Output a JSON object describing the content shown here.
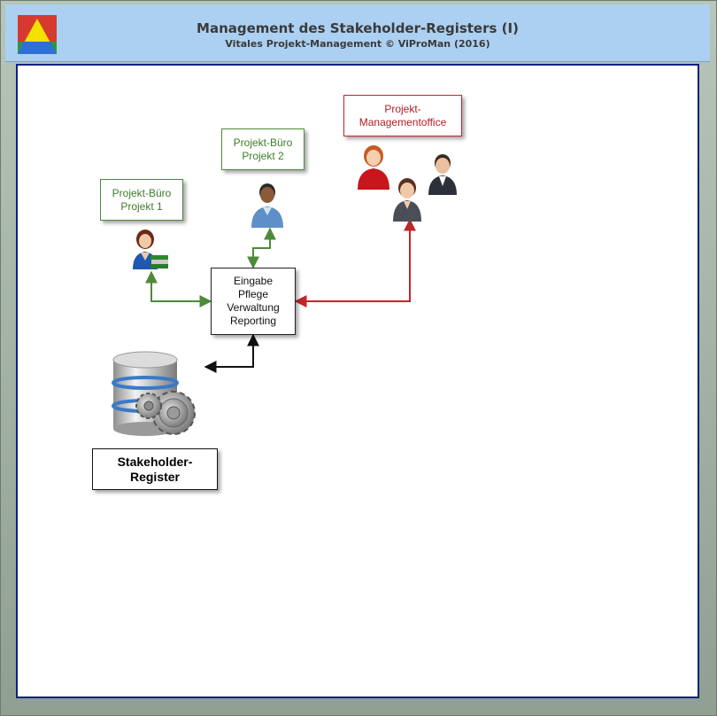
{
  "header": {
    "title": "Management des Stakeholder-Registers (I)",
    "subtitle": "Vitales Projekt-Management © ViProMan  (2016)"
  },
  "boxes": {
    "pb1": [
      "Projekt-Büro",
      "Projekt 1"
    ],
    "pb2": [
      "Projekt-Büro",
      "Projekt 2"
    ],
    "pmo": [
      "Projekt-",
      "Managementoffice"
    ],
    "center": [
      "Eingabe",
      "Pflege",
      "Verwaltung",
      "Reporting"
    ],
    "register": [
      "Stakeholder-",
      "Register"
    ]
  },
  "colors": {
    "green": "#4e8a3a",
    "red": "#c0262a",
    "black": "#111111",
    "canvas_border": "#0b1f8a",
    "header_bg": "#acd0f2"
  },
  "icons": {
    "logo": "tricolor-triangle-logo",
    "pb1": "woman-with-books-icon",
    "pb2": "man-icon",
    "pmo": "group-of-three-people-icon",
    "register": "database-with-gears-icon"
  }
}
